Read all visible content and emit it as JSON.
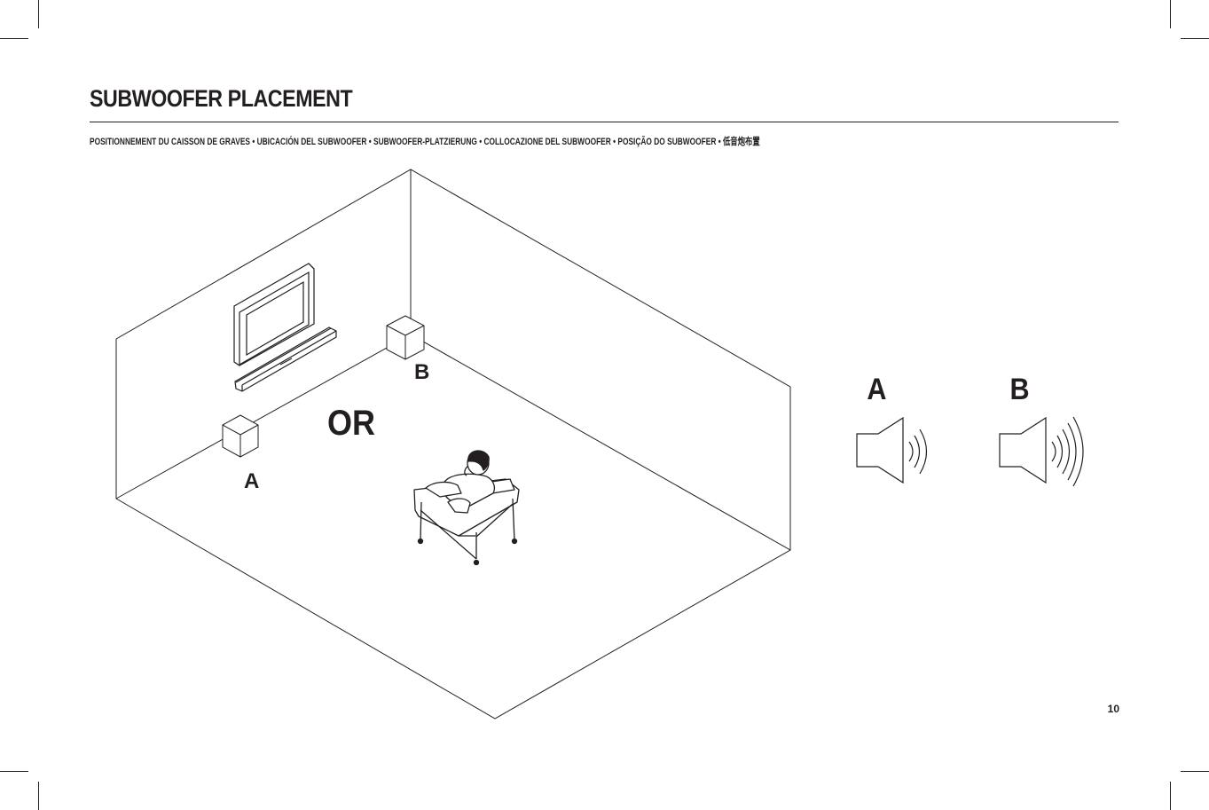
{
  "page": {
    "title": "SUBWOOFER PLACEMENT",
    "subtitle": "POSITIONNEMENT DU CAISSON DE GRAVES • UBICACIÓN DEL SUBWOOFER • SUBWOOFER-PLATZIERUNG • COLLOCAZIONE DEL SUBWOOFER • POSIÇÃO DO SUBWOOFER • 低音炮布置",
    "page_number": "10"
  },
  "room_diagram": {
    "label_a": "A",
    "label_b": "B",
    "or_text": "OR"
  },
  "legend": {
    "label_a": "A",
    "label_b": "B"
  },
  "colors": {
    "ink": "#231f20",
    "background": "#ffffff"
  },
  "icons": [
    "speaker-icon",
    "sound-waves-icon",
    "tv-icon",
    "soundbar-icon",
    "subwoofer-icon",
    "person-on-chair-icon"
  ]
}
